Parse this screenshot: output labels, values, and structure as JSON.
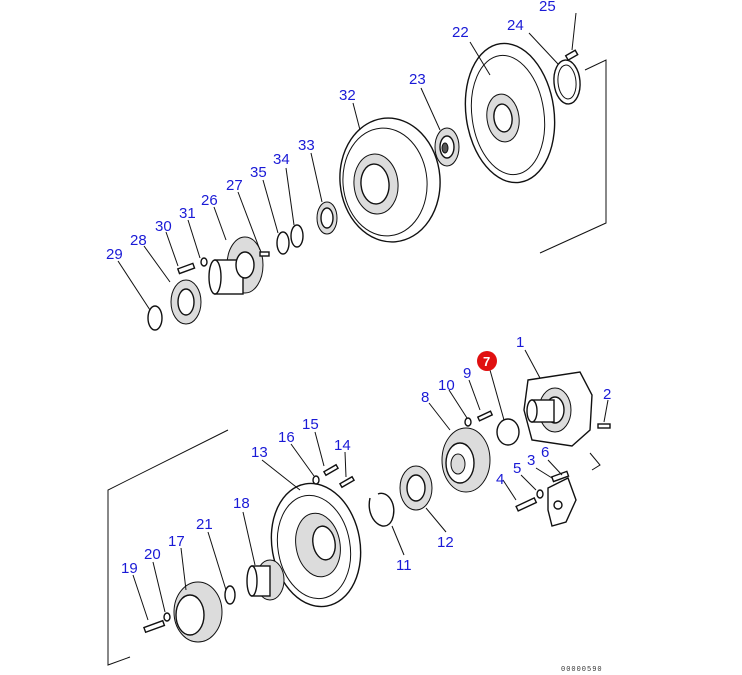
{
  "diagram": {
    "highlight_color": "#e01010",
    "callout_color": "#1a1ad6",
    "highlighted_callout": "7",
    "callouts": [
      "1",
      "2",
      "3",
      "4",
      "5",
      "6",
      "7",
      "8",
      "9",
      "10",
      "11",
      "12",
      "13",
      "14",
      "15",
      "16",
      "17",
      "18",
      "19",
      "20",
      "21",
      "22",
      "23",
      "24",
      "25",
      "26",
      "27",
      "28",
      "29",
      "30",
      "31",
      "32",
      "33",
      "34",
      "35"
    ],
    "serial": "00000590"
  }
}
